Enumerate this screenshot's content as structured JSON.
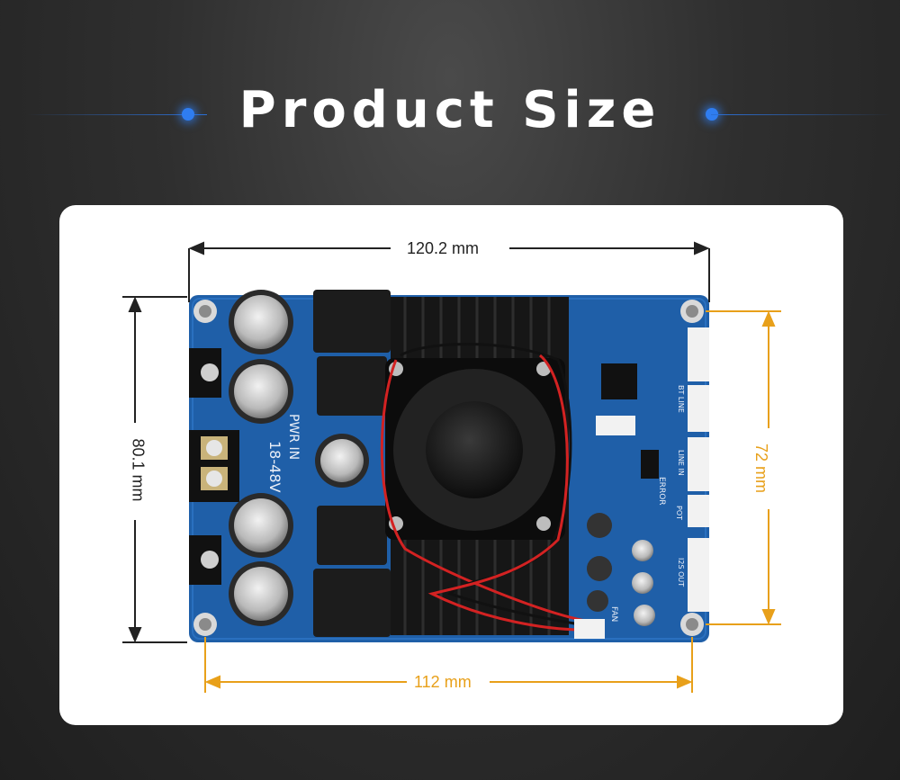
{
  "page": {
    "title": "Product Size"
  },
  "dimensions": {
    "overall_width": "120.2 mm",
    "overall_height": "80.1 mm",
    "hole_width": "112 mm",
    "hole_height": "72 mm"
  },
  "board_silkscreen": {
    "power_label": "PWR IN",
    "voltage_label": "18-48V",
    "fan_label": "FAN",
    "error_label": "ERROR",
    "pot_label": "POT",
    "i2s_label": "I2S OUT",
    "line_label": "LINE IN",
    "bt_label": "BT LINE"
  },
  "colors": {
    "dimension_black": "#222222",
    "dimension_orange": "#e8a01a",
    "accent_blue": "#2f7df0",
    "pcb_blue": "#1f5fa8",
    "heatsink": "#1a1a1a"
  }
}
